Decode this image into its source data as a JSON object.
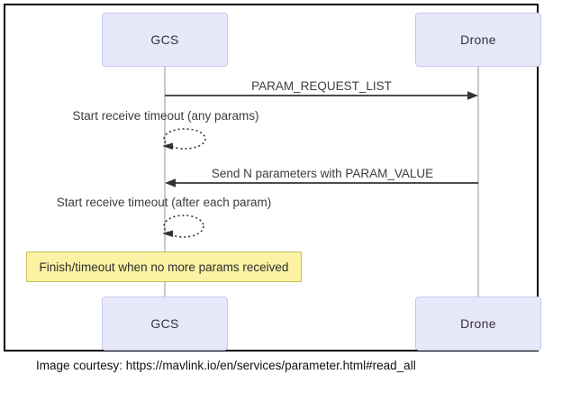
{
  "actors": {
    "gcs": "GCS",
    "drone": "Drone"
  },
  "messages": {
    "request": {
      "label": "PARAM_REQUEST_LIST",
      "direction": "gcs-to-drone"
    },
    "timeout_any": {
      "label": "Start receive timeout (any params)",
      "type": "self-message"
    },
    "send_params": {
      "label": "Send N parameters with PARAM_VALUE",
      "direction": "drone-to-gcs"
    },
    "timeout_each": {
      "label": "Start receive timeout (after each param)",
      "type": "self-message"
    }
  },
  "note": {
    "text": "Finish/timeout when no more params received"
  },
  "caption": {
    "text": "Image courtesy: https://mavlink.io/en/services/parameter.html#read_all"
  },
  "colors": {
    "actor_fill": "#e8e8fb",
    "actor_border": "#c7c7ec",
    "note_fill": "#fbf3a3",
    "note_border": "#c9bd5a",
    "lifeline": "#c9c9c9",
    "arrow": "#4d4d4d",
    "frame_border": "#000000"
  }
}
